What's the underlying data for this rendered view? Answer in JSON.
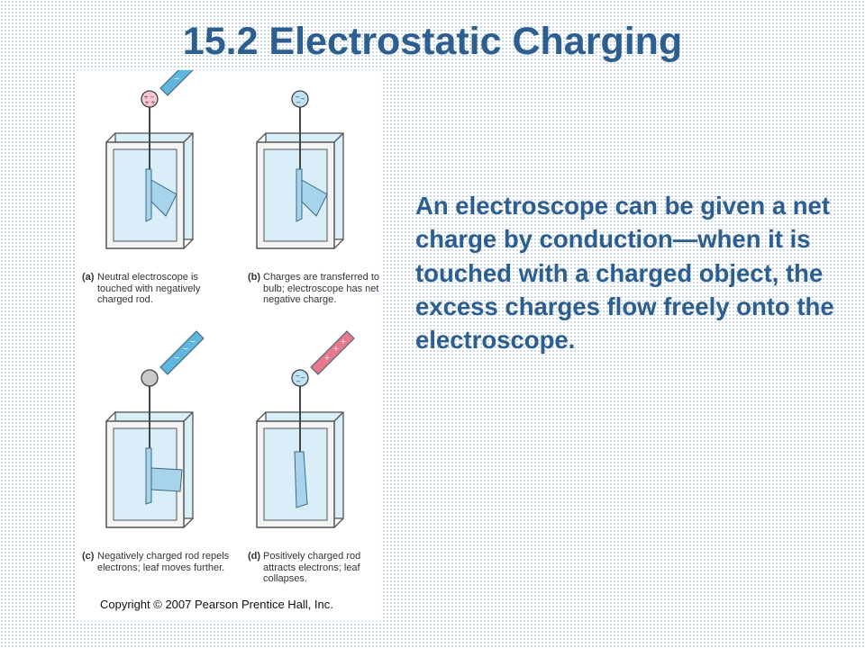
{
  "slide": {
    "title": "15.2 Electrostatic Charging",
    "body": "An electroscope can be given a net charge by conduction—when it is touched with a charged object, the excess charges flow freely onto the electroscope."
  },
  "figure": {
    "panels": [
      {
        "tag": "(a)",
        "caption": "Neutral electroscope is touched with negatively charged rod.",
        "rod": "negative",
        "bulb": "neutral",
        "leaf": "apart"
      },
      {
        "tag": "(b)",
        "caption": "Charges are transferred to bulb; electroscope has net negative charge.",
        "rod": "none",
        "bulb": "negative",
        "leaf": "apart"
      },
      {
        "tag": "(c)",
        "caption": "Negatively charged rod repels electrons; leaf moves further.",
        "rod": "negative",
        "bulb": "neutral",
        "leaf": "wide"
      },
      {
        "tag": "(d)",
        "caption": "Positively charged rod attracts electrons; leaf collapses.",
        "rod": "positive",
        "bulb": "negative",
        "leaf": "collapsed"
      }
    ],
    "copyright": "Copyright © 2007 Pearson Prentice Hall, Inc.",
    "colors": {
      "negative_rod": "#5fb6de",
      "positive_rod": "#e8798c",
      "box_edge": "#555555",
      "glass": "#d9eef8",
      "leaf": "#a7d4ea"
    },
    "charge_symbols": {
      "minus": "−",
      "plus": "+"
    }
  }
}
